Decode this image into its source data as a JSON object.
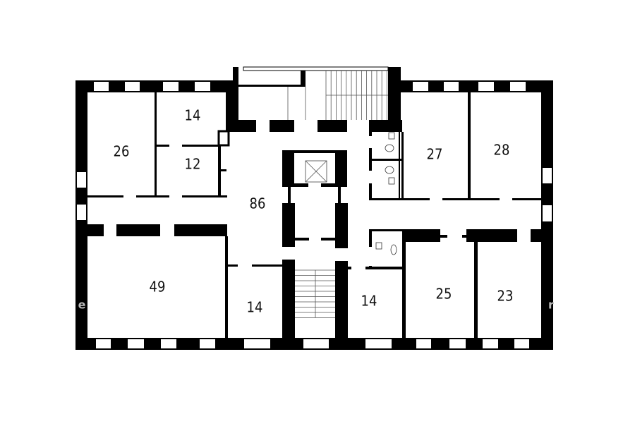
{
  "plan": {
    "colors": {
      "wall": "#000000",
      "floor": "#ffffff"
    },
    "rooms": [
      {
        "id": "room-26",
        "label": "26"
      },
      {
        "id": "room-14-north",
        "label": "14"
      },
      {
        "id": "room-12",
        "label": "12"
      },
      {
        "id": "room-86-hall",
        "label": "86"
      },
      {
        "id": "room-27",
        "label": "27"
      },
      {
        "id": "room-28",
        "label": "28"
      },
      {
        "id": "room-49",
        "label": "49"
      },
      {
        "id": "room-14-southwest",
        "label": "14"
      },
      {
        "id": "room-14-southeast",
        "label": "14"
      },
      {
        "id": "room-25",
        "label": "25"
      },
      {
        "id": "room-23",
        "label": "23"
      }
    ],
    "watermark_fragments": [
      "e",
      "r"
    ]
  }
}
